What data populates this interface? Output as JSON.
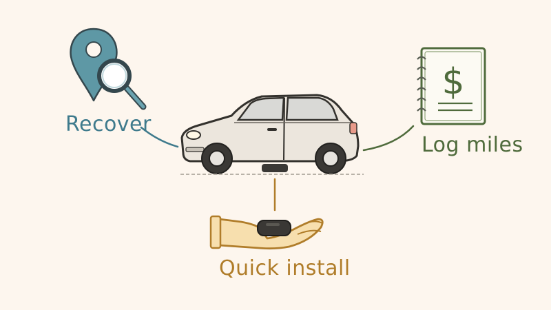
{
  "features": {
    "recover": {
      "label": "Recover",
      "color": "#3e7a8c"
    },
    "log_miles": {
      "label": "Log miles",
      "color": "#4f6b3c",
      "icon_symbol": "$"
    },
    "quick_install": {
      "label": "Quick install",
      "color": "#b07d2a"
    }
  },
  "icons": {
    "recover": "location-pin-magnifier-icon",
    "log_miles": "spiral-notebook-dollar-icon",
    "quick_install": "hand-holding-device-icon",
    "center": "car-icon"
  }
}
